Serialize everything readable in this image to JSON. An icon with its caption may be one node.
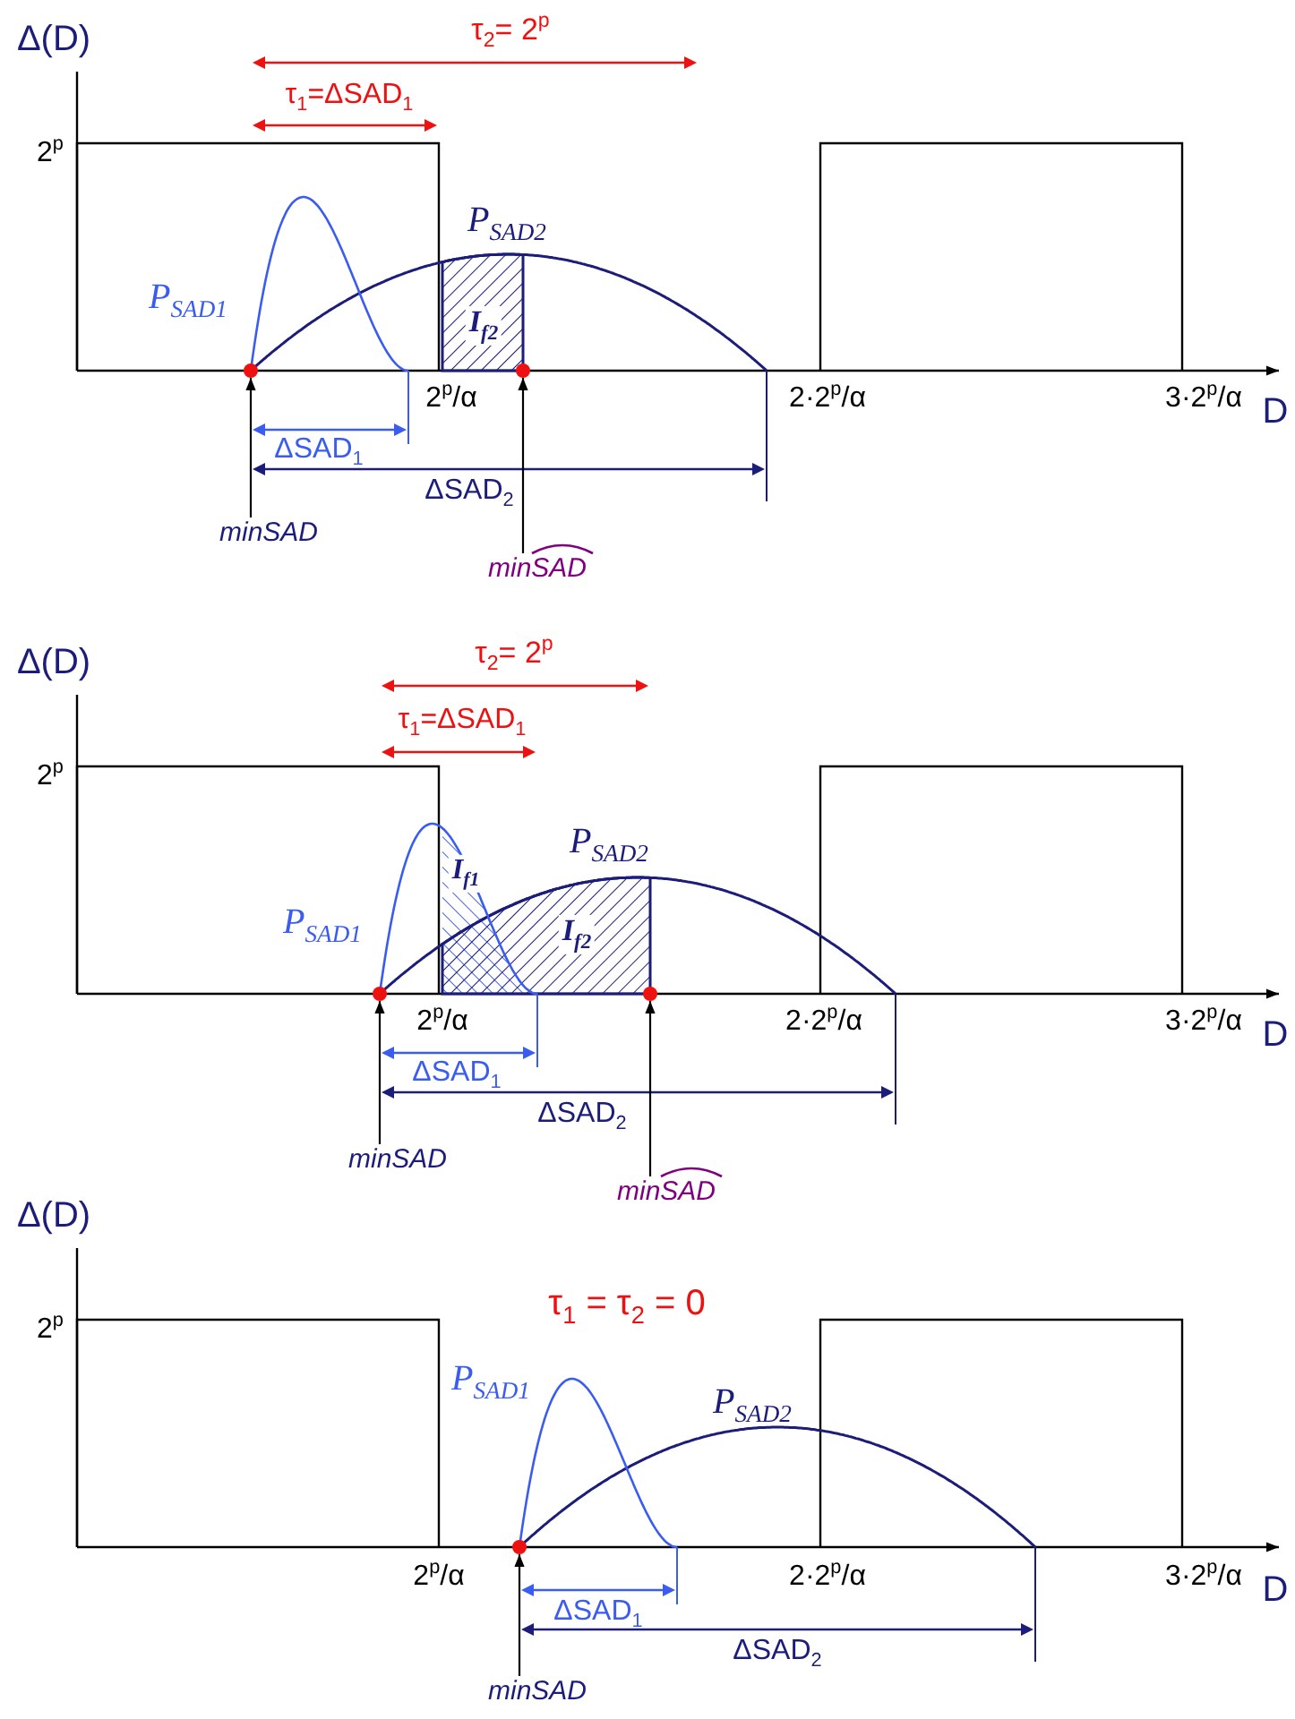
{
  "diagram": {
    "nodes": [
      {
        "text": [
          "minSAD"
        ]
      },
      {
        "text": [
          "minSAD"
        ]
      },
      {
        "text": [
          "minSAD"
        ]
      },
      {
        "text": [
          "minSAD"
        ]
      },
      {
        "text": [
          "minSAD"
        ]
      },
      {
        "text": [],
        "shape": "circle"
      },
      {
        "text": [],
        "shape": "circle"
      },
      {
        "text": [],
        "shape": "circle"
      },
      {
        "text": [],
        "shape": "circle"
      },
      {
        "text": [],
        "shape": "circle"
      }
    ],
    "edges": [
      {
        "from": 0,
        "to": 5,
        "arrow": "to"
      },
      {
        "from": 1,
        "to": 6,
        "arrow": "to"
      },
      {
        "from": 2,
        "to": 7,
        "arrow": "to"
      },
      {
        "from": 3,
        "to": 8,
        "arrow": "to"
      },
      {
        "from": 4,
        "to": 9,
        "arrow": "to"
      }
    ],
    "labels": [
      "Δ(D)",
      "τ$_{2}$= 2$^{p}$",
      "τ$_{1}$=ΔSAD$_{1}$",
      "2$^{p}$",
      "P$_{SAD2}$",
      "P$_{SAD1}$",
      "I$_{f2}$",
      "2$^{p}$/α",
      "2·2$^{p}$/α",
      "3·2$^{p}$/α",
      "D",
      "ΔSAD$_{1}$",
      "ΔSAD$_{2}$",
      "Δ(D)",
      "τ$_{2}$= 2$^{p}$",
      "τ$_{1}$=ΔSAD$_{1}$",
      "2$^{p}$",
      "P$_{SAD2}$",
      "I$_{f1}$",
      "P$_{SAD1}$",
      "I$_{f2}$",
      "2$^{p}$/α",
      "2·2$^{p}$/α",
      "3·2$^{p}$/α",
      "D",
      "ΔSAD$_{1}$",
      "ΔSAD$_{2}$",
      "Δ(D)",
      "τ$_{1}$ = τ$_{2}$ = 0",
      "2$^{p}$",
      "P$_{SAD1}$",
      "P$_{SAD2}$",
      "2$^{p}$/α",
      "2·2$^{p}$/α",
      "3·2$^{p}$/α",
      "D",
      "ΔSAD$_{1}$",
      "ΔSAD$_{2}$"
    ]
  }
}
